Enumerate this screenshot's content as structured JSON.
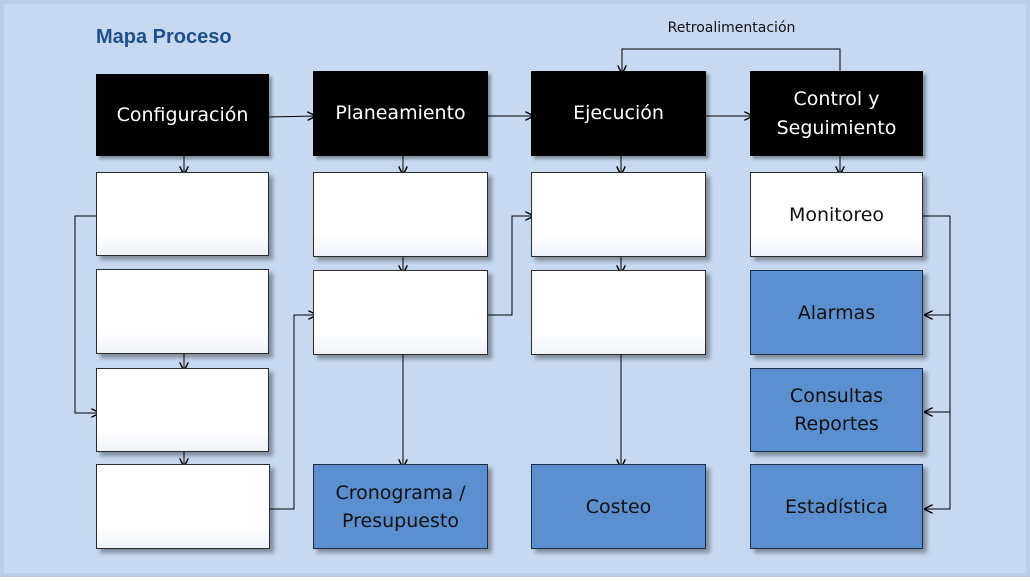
{
  "title": "Mapa Proceso",
  "feedback_label": "Retroalimentación",
  "stages": {
    "configuracion": "Configuración",
    "planeamiento": "Planeamiento",
    "ejecucion": "Ejecución",
    "control_line1": "Control y",
    "control_line2": "Seguimiento"
  },
  "activities": {
    "config_1": "",
    "config_2": "",
    "config_3": "",
    "config_4": "",
    "plan_1": "",
    "plan_2": "",
    "exec_1": "",
    "exec_2": "",
    "monitoreo": "Monitoreo"
  },
  "outputs": {
    "cronograma_line1": "Cronograma /",
    "cronograma_line2": "Presupuesto",
    "costeo": "Costeo",
    "alarmas": "Alarmas",
    "consultas_line1": "Consultas",
    "consultas_line2": "Reportes",
    "estadistica": "Estadística"
  },
  "colors": {
    "background": "#c6d9f1",
    "stage_fill": "#000000",
    "activity_fill": "#ffffff",
    "output_fill": "#5b8fcf",
    "title": "#1f4e8c"
  }
}
